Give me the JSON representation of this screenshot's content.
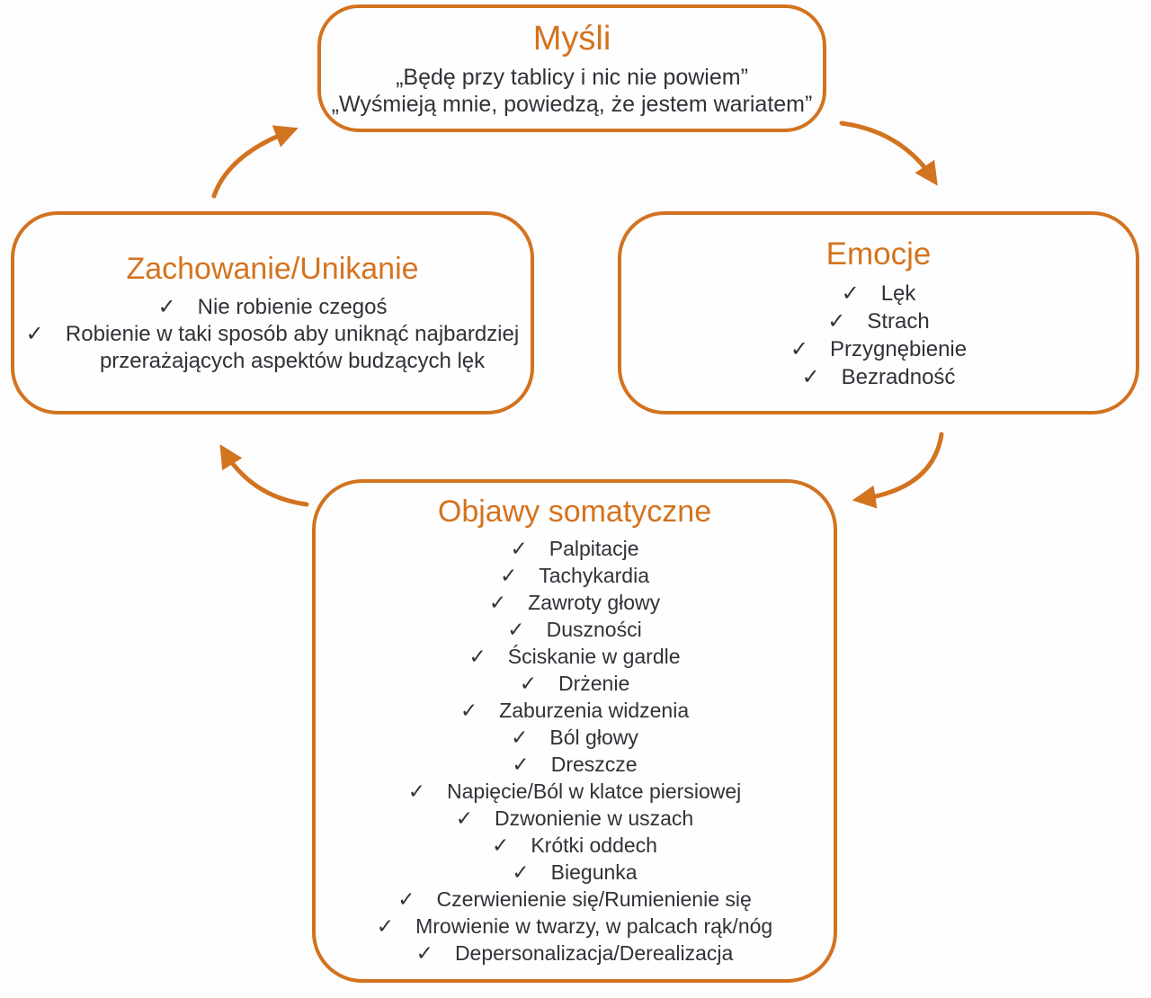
{
  "colors": {
    "accent": "#d2731f",
    "title": "#d4731e",
    "text": "#2f3237",
    "background": "#fdfdfe"
  },
  "checkmark": "✓",
  "nodes": {
    "mysli": {
      "title": "Myśli",
      "quotes": [
        "„Będę przy tablicy i nic nie powiem”",
        "„Wyśmieją mnie, powiedzą, że jestem wariatem”"
      ]
    },
    "emocje": {
      "title": "Emocje",
      "items": [
        "Lęk",
        "Strach",
        "Przygnębienie",
        "Bezradność"
      ]
    },
    "zachowanie": {
      "title": "Zachowanie/Unikanie",
      "items": [
        "Nie robienie czegoś",
        "Robienie w taki sposób aby uniknąć najbardziej przerażających aspektów budzących lęk"
      ]
    },
    "objawy": {
      "title": "Objawy somatyczne",
      "items": [
        "Palpitacje",
        "Tachykardia",
        "Zawroty głowy",
        "Duszności",
        "Ściskanie w gardle",
        "Drżenie",
        "Zaburzenia widzenia",
        "Ból głowy",
        "Dreszcze",
        "Napięcie/Ból w klatce piersiowej",
        "Dzwonienie w uszach",
        "Krótki oddech",
        "Biegunka",
        "Czerwienienie się/Rumienienie się",
        "Mrowienie w twarzy, w palcach rąk/nóg",
        "Depersonalizacja/Derealizacja"
      ]
    }
  }
}
